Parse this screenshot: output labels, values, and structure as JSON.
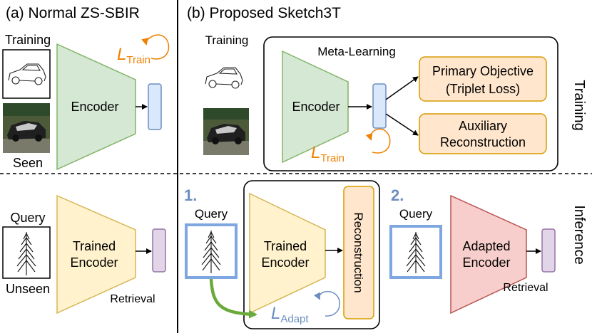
{
  "panel_a": {
    "title": "(a) Normal ZS-SBIR",
    "training_label": "Training",
    "seen_label": "Seen",
    "encoder_label": "Encoder",
    "loss_train": {
      "symbol": "L",
      "subscript": "Train"
    },
    "query_label": "Query",
    "unseen_label": "Unseen",
    "trained_encoder_line1": "Trained",
    "trained_encoder_line2": "Encoder",
    "retrieval_label": "Retrieval"
  },
  "panel_b": {
    "title": "(b) Proposed Sketch3T",
    "training_label": "Training",
    "meta_learning_label": "Meta-Learning",
    "encoder_label": "Encoder",
    "primary_line1": "Primary Objective",
    "primary_line2": "(Triplet Loss)",
    "aux_line1": "Auxiliary",
    "aux_line2": "Reconstruction",
    "loss_train": {
      "symbol": "L",
      "subscript": "Train"
    },
    "step1_label": "1.",
    "step2_label": "2.",
    "query_label": "Query",
    "query2_label": "Query",
    "trained_encoder_line1": "Trained",
    "trained_encoder_line2": "Encoder",
    "reconstruction_label": "Reconstruction",
    "loss_adapt": {
      "symbol": "L",
      "subscript": "Adapt"
    },
    "adapted_encoder_line1": "Adapted",
    "adapted_encoder_line2": "Encoder",
    "retrieval_label": "Retrieval"
  },
  "side_labels": {
    "training": "Training",
    "inference": "Inference"
  },
  "colors": {
    "encoder_green_fill": "#d5e8d4",
    "encoder_green_stroke": "#82b366",
    "trained_yellow_fill": "#fff2cc",
    "trained_yellow_stroke": "#d6b656",
    "adapted_red_fill": "#f8cecc",
    "adapted_red_stroke": "#b85450",
    "feature_blue_fill": "#dae8fc",
    "feature_blue_stroke": "#6c8ebf",
    "feature_purple_fill": "#e1d5e7",
    "feature_purple_stroke": "#9673a6",
    "objective_fill": "#ffe6cc",
    "objective_stroke": "#d79b00",
    "loss_orange": "#f08000",
    "query_blue": "#7ea6e0",
    "step_blue": "#6c8ebf",
    "adapt_arrow_green": "#6aaa3a"
  }
}
